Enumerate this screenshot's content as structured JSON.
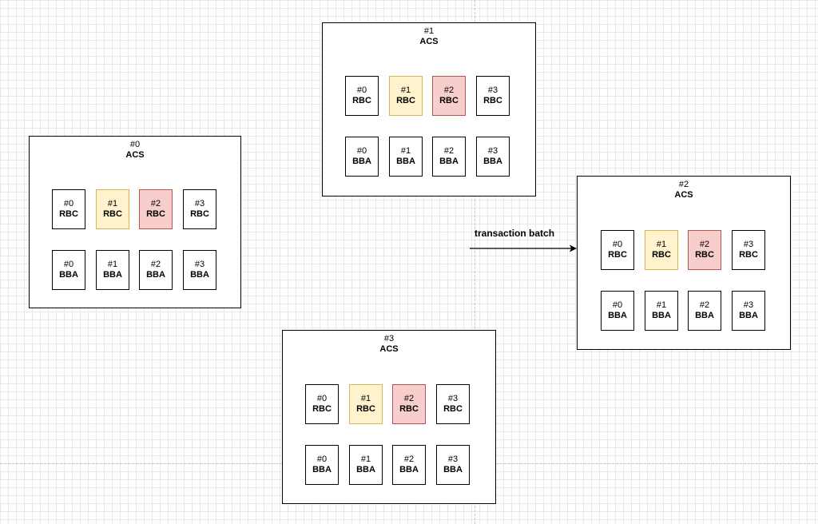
{
  "acs_boxes": [
    {
      "id": "#0",
      "title": "ACS",
      "rbc": [
        {
          "id": "#0",
          "type": "RBC"
        },
        {
          "id": "#1",
          "type": "RBC"
        },
        {
          "id": "#2",
          "type": "RBC"
        },
        {
          "id": "#3",
          "type": "RBC"
        }
      ],
      "bba": [
        {
          "id": "#0",
          "type": "BBA"
        },
        {
          "id": "#1",
          "type": "BBA"
        },
        {
          "id": "#2",
          "type": "BBA"
        },
        {
          "id": "#3",
          "type": "BBA"
        }
      ]
    },
    {
      "id": "#1",
      "title": "ACS",
      "rbc": [
        {
          "id": "#0",
          "type": "RBC"
        },
        {
          "id": "#1",
          "type": "RBC"
        },
        {
          "id": "#2",
          "type": "RBC"
        },
        {
          "id": "#3",
          "type": "RBC"
        }
      ],
      "bba": [
        {
          "id": "#0",
          "type": "BBA"
        },
        {
          "id": "#1",
          "type": "BBA"
        },
        {
          "id": "#2",
          "type": "BBA"
        },
        {
          "id": "#3",
          "type": "BBA"
        }
      ]
    },
    {
      "id": "#2",
      "title": "ACS",
      "rbc": [
        {
          "id": "#0",
          "type": "RBC"
        },
        {
          "id": "#1",
          "type": "RBC"
        },
        {
          "id": "#2",
          "type": "RBC"
        },
        {
          "id": "#3",
          "type": "RBC"
        }
      ],
      "bba": [
        {
          "id": "#0",
          "type": "BBA"
        },
        {
          "id": "#1",
          "type": "BBA"
        },
        {
          "id": "#2",
          "type": "BBA"
        },
        {
          "id": "#3",
          "type": "BBA"
        }
      ]
    },
    {
      "id": "#3",
      "title": "ACS",
      "rbc": [
        {
          "id": "#0",
          "type": "RBC"
        },
        {
          "id": "#1",
          "type": "RBC"
        },
        {
          "id": "#2",
          "type": "RBC"
        },
        {
          "id": "#3",
          "type": "RBC"
        }
      ],
      "bba": [
        {
          "id": "#0",
          "type": "BBA"
        },
        {
          "id": "#1",
          "type": "BBA"
        },
        {
          "id": "#2",
          "type": "BBA"
        },
        {
          "id": "#3",
          "type": "BBA"
        }
      ]
    }
  ],
  "edge": {
    "label": "transaction batch"
  },
  "colors": {
    "rbc_1_fill": "#fff2cc",
    "rbc_1_stroke": "#d6b656",
    "rbc_2_fill": "#f8cecc",
    "rbc_2_stroke": "#b85450",
    "canvas_grid": "#e9e9e9"
  }
}
